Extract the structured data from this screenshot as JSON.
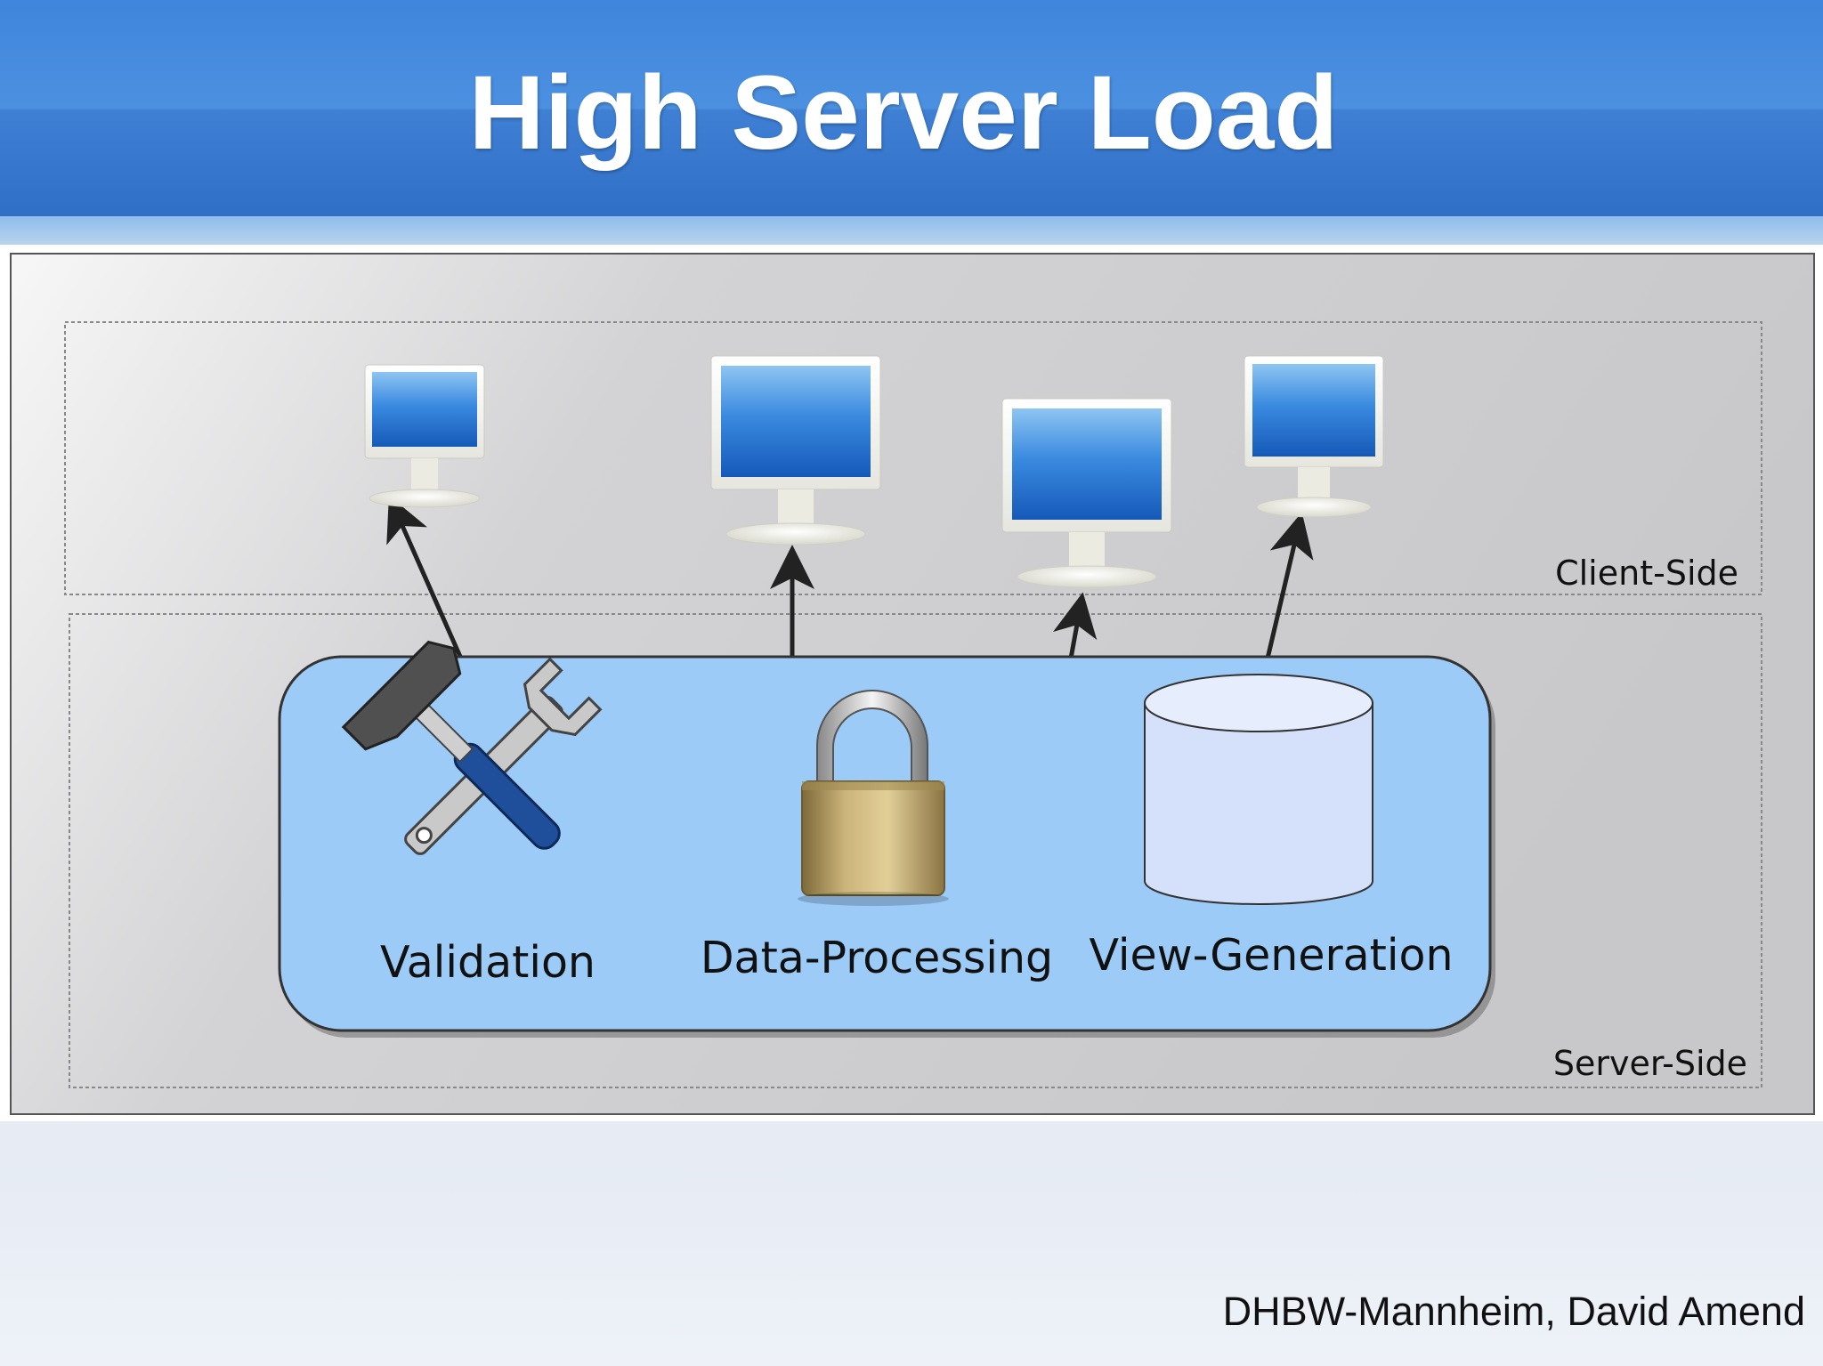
{
  "slide": {
    "title": "High Server Load",
    "footer": "DHBW-Mannheim, David Amend"
  },
  "diagram": {
    "client_zone_label": "Client-Side",
    "server_zone_label": "Server-Side",
    "components": [
      {
        "label": "Validation",
        "icon": "tools-icon"
      },
      {
        "label": "Data-Processing",
        "icon": "padlock-icon"
      },
      {
        "label": "View-Generation",
        "icon": "database-cylinder-icon"
      }
    ],
    "clients": [
      "monitor-icon",
      "monitor-icon",
      "monitor-icon",
      "monitor-icon"
    ],
    "colors": {
      "header": "#3f86dc",
      "server_box": "#9ccbf7",
      "monitor_screen": "#1f6fcf",
      "cylinder": "#d5e0fb"
    }
  }
}
